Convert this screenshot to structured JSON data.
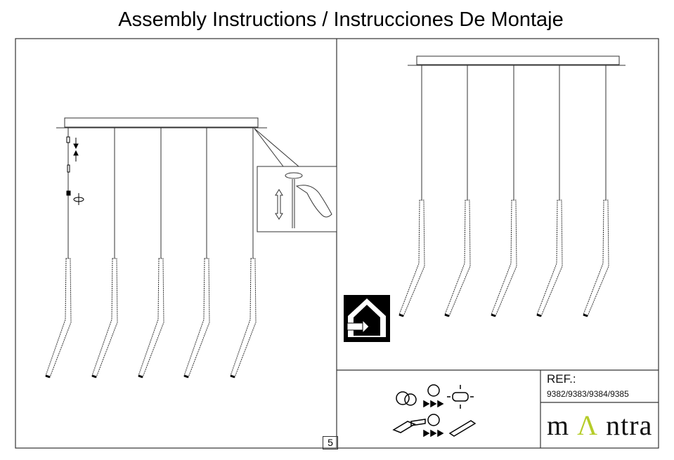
{
  "header": {
    "title": "Assembly Instructions / Instrucciones De Montaje"
  },
  "info": {
    "ref_label": "REF.:",
    "ref_numbers": "9382/9383/9384/9385",
    "brand": "mantra",
    "brand_accent_color": "#b5cc2a",
    "page_number": "5"
  },
  "icons": [
    "led-not-replaceable-icon",
    "technician-icon",
    "led-icon",
    "driver-broken-icon",
    "driver-icon",
    "indoor-use-icon"
  ]
}
